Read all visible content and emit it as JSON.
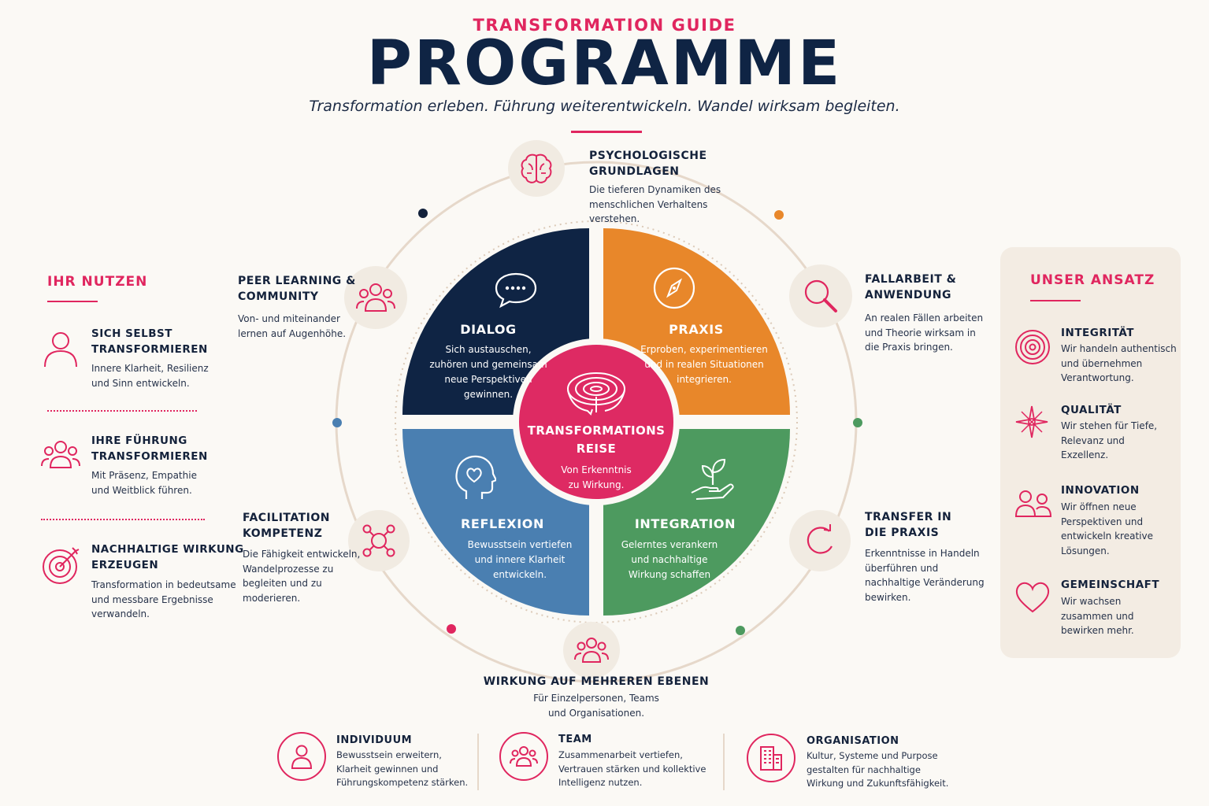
{
  "header": {
    "supertitle": "TRANSFORMATION GUIDE",
    "title": "PROGRAMME",
    "subtitle": "Transformation erleben. Führung weiterentwickeln. Wandel wirksam begleiten."
  },
  "colors": {
    "accent": "#e0265f",
    "navy": "#0f2444",
    "orange": "#e8872a",
    "blue": "#4a7fb1",
    "green": "#4d9a5f"
  },
  "nutzen": {
    "heading": "IHR NUTZEN",
    "items": [
      {
        "icon": "person-icon",
        "title_line1": "SICH SELBST",
        "title_line2": "TRANSFORMIEREN",
        "text_line1": "Innere Klarheit, Resilienz",
        "text_line2": "und Sinn entwickeln.",
        "text_line3": ""
      },
      {
        "icon": "group-icon",
        "title_line1": "IHRE FÜHRUNG",
        "title_line2": "TRANSFORMIEREN",
        "text_line1": "Mit Präsenz, Empathie",
        "text_line2": "und Weitblick führen.",
        "text_line3": ""
      },
      {
        "icon": "target-icon",
        "title_line1": "NACHHALTIGE WIRKUNG",
        "title_line2": "ERZEUGEN",
        "text_line1": "Transformation in bedeutsame",
        "text_line2": "und messbare Ergebnisse",
        "text_line3": "verwandeln."
      }
    ]
  },
  "ansatz": {
    "heading": "UNSER ANSATZ",
    "items": [
      {
        "icon": "concentric-circles-icon",
        "title": "INTEGRITÄT",
        "line1": "Wir handeln authentisch",
        "line2": "und übernehmen",
        "line3": "Verantwortung.",
        "line4": ""
      },
      {
        "icon": "star-compass-icon",
        "title": "QUALITÄT",
        "line1": "Wir stehen für Tiefe,",
        "line2": "Relevanz und",
        "line3": "Exzellenz.",
        "line4": ""
      },
      {
        "icon": "people-icon",
        "title": "INNOVATION",
        "line1": "Wir öffnen neue",
        "line2": "Perspektiven und",
        "line3": "entwickeln kreative",
        "line4": "Lösungen."
      },
      {
        "icon": "heart-icon",
        "title": "GEMEINSCHAFT",
        "line1": "Wir wachsen",
        "line2": "zusammen und",
        "line3": "bewirken mehr.",
        "line4": ""
      }
    ]
  },
  "outer": {
    "psychologie": {
      "title_line1": "PSYCHOLOGISCHE",
      "title_line2": "GRUNDLAGEN",
      "text_line1": "Die tieferen Dynamiken des",
      "text_line2": "menschlichen Verhaltens",
      "text_line3": "verstehen."
    },
    "peer": {
      "title_line1": "PEER LEARNING &",
      "title_line2": "COMMUNITY",
      "text_line1": "Von- und miteinander",
      "text_line2": "lernen auf Augenhöhe."
    },
    "fallarbeit": {
      "title_line1": "FALLARBEIT &",
      "title_line2": "ANWENDUNG",
      "text_line1": "An realen Fällen arbeiten",
      "text_line2": "und Theorie wirksam in",
      "text_line3": "die Praxis bringen."
    },
    "facilitation": {
      "title_line1": "FACILITATION",
      "title_line2": "KOMPETENZ",
      "text_line1": "Die Fähigkeit entwickeln,",
      "text_line2": "Wandelprozesse zu",
      "text_line3": "begleiten und zu",
      "text_line4": "moderieren."
    },
    "transfer": {
      "title_line1": "TRANSFER IN",
      "title_line2": "DIE PRAXIS",
      "text_line1": "Erkenntnisse in Handeln",
      "text_line2": "überführen und",
      "text_line3": "nachhaltige Veränderung",
      "text_line4": "bewirken."
    },
    "wirkung": {
      "title": "WIRKUNG AUF MEHREREN EBENEN",
      "text_line1": "Für Einzelpersonen, Teams",
      "text_line2": "und Organisationen."
    }
  },
  "quadrants": {
    "dialog": {
      "title": "DIALOG",
      "line1": "Sich austauschen,",
      "line2": "zuhören und gemeinsam",
      "line3": "neue Perspektiven",
      "line4": "gewinnen."
    },
    "praxis": {
      "title": "PRAXIS",
      "line1": "Erproben, experimentieren",
      "line2": "und in realen Situationen",
      "line3": "integrieren."
    },
    "reflexion": {
      "title": "REFLEXION",
      "line1": "Bewusstsein vertiefen",
      "line2": "und innere Klarheit",
      "line3": "entwickeln."
    },
    "integration": {
      "title": "INTEGRATION",
      "line1": "Gelerntes verankern",
      "line2": "und nachhaltige",
      "line3": "Wirkung schaffen"
    }
  },
  "center": {
    "title_line1": "TRANSFORMATIONS",
    "title_line2": "REISE",
    "text_line1": "Von Erkenntnis",
    "text_line2": "zu Wirkung."
  },
  "levels": [
    {
      "icon": "individual-icon",
      "title": "INDIVIDUUM",
      "line1": "Bewusstsein erweitern,",
      "line2": "Klarheit gewinnen und",
      "line3": "Führungskompetenz stärken."
    },
    {
      "icon": "team-icon",
      "title": "TEAM",
      "line1": "Zusammenarbeit vertiefen,",
      "line2": "Vertrauen stärken und kollektive",
      "line3": "Intelligenz nutzen."
    },
    {
      "icon": "building-icon",
      "title": "ORGANISATION",
      "line1": "Kultur, Systeme und Purpose",
      "line2": "gestalten für nachhaltige",
      "line3": "Wirkung und Zukunftsfähigkeit."
    }
  ]
}
